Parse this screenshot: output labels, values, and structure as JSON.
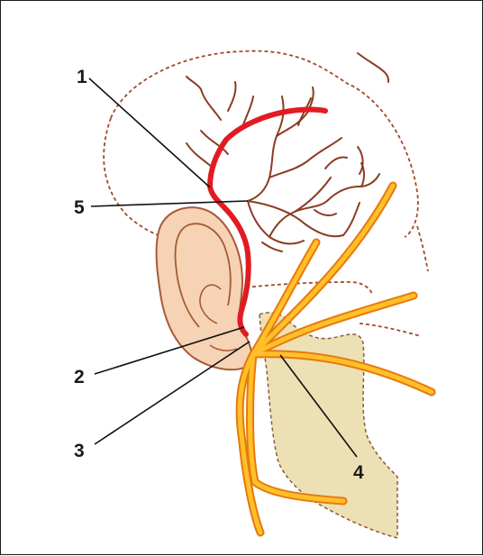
{
  "diagram": {
    "labels": [
      {
        "id": "1",
        "text": "1"
      },
      {
        "id": "2",
        "text": "2"
      },
      {
        "id": "3",
        "text": "3"
      },
      {
        "id": "4",
        "text": "4"
      },
      {
        "id": "5",
        "text": "5"
      }
    ]
  },
  "colors": {
    "artery": "#e21b23",
    "artery_branch": "#8c3b22",
    "nerve_fill": "#ffc02a",
    "nerve_outline": "#e8790c",
    "ear_fill": "#f6d3b4",
    "ear_outline": "#a65a36",
    "gland_fill": "#ede0b4",
    "dotted_outline": "#a34a2a",
    "leader_line": "#111111"
  }
}
